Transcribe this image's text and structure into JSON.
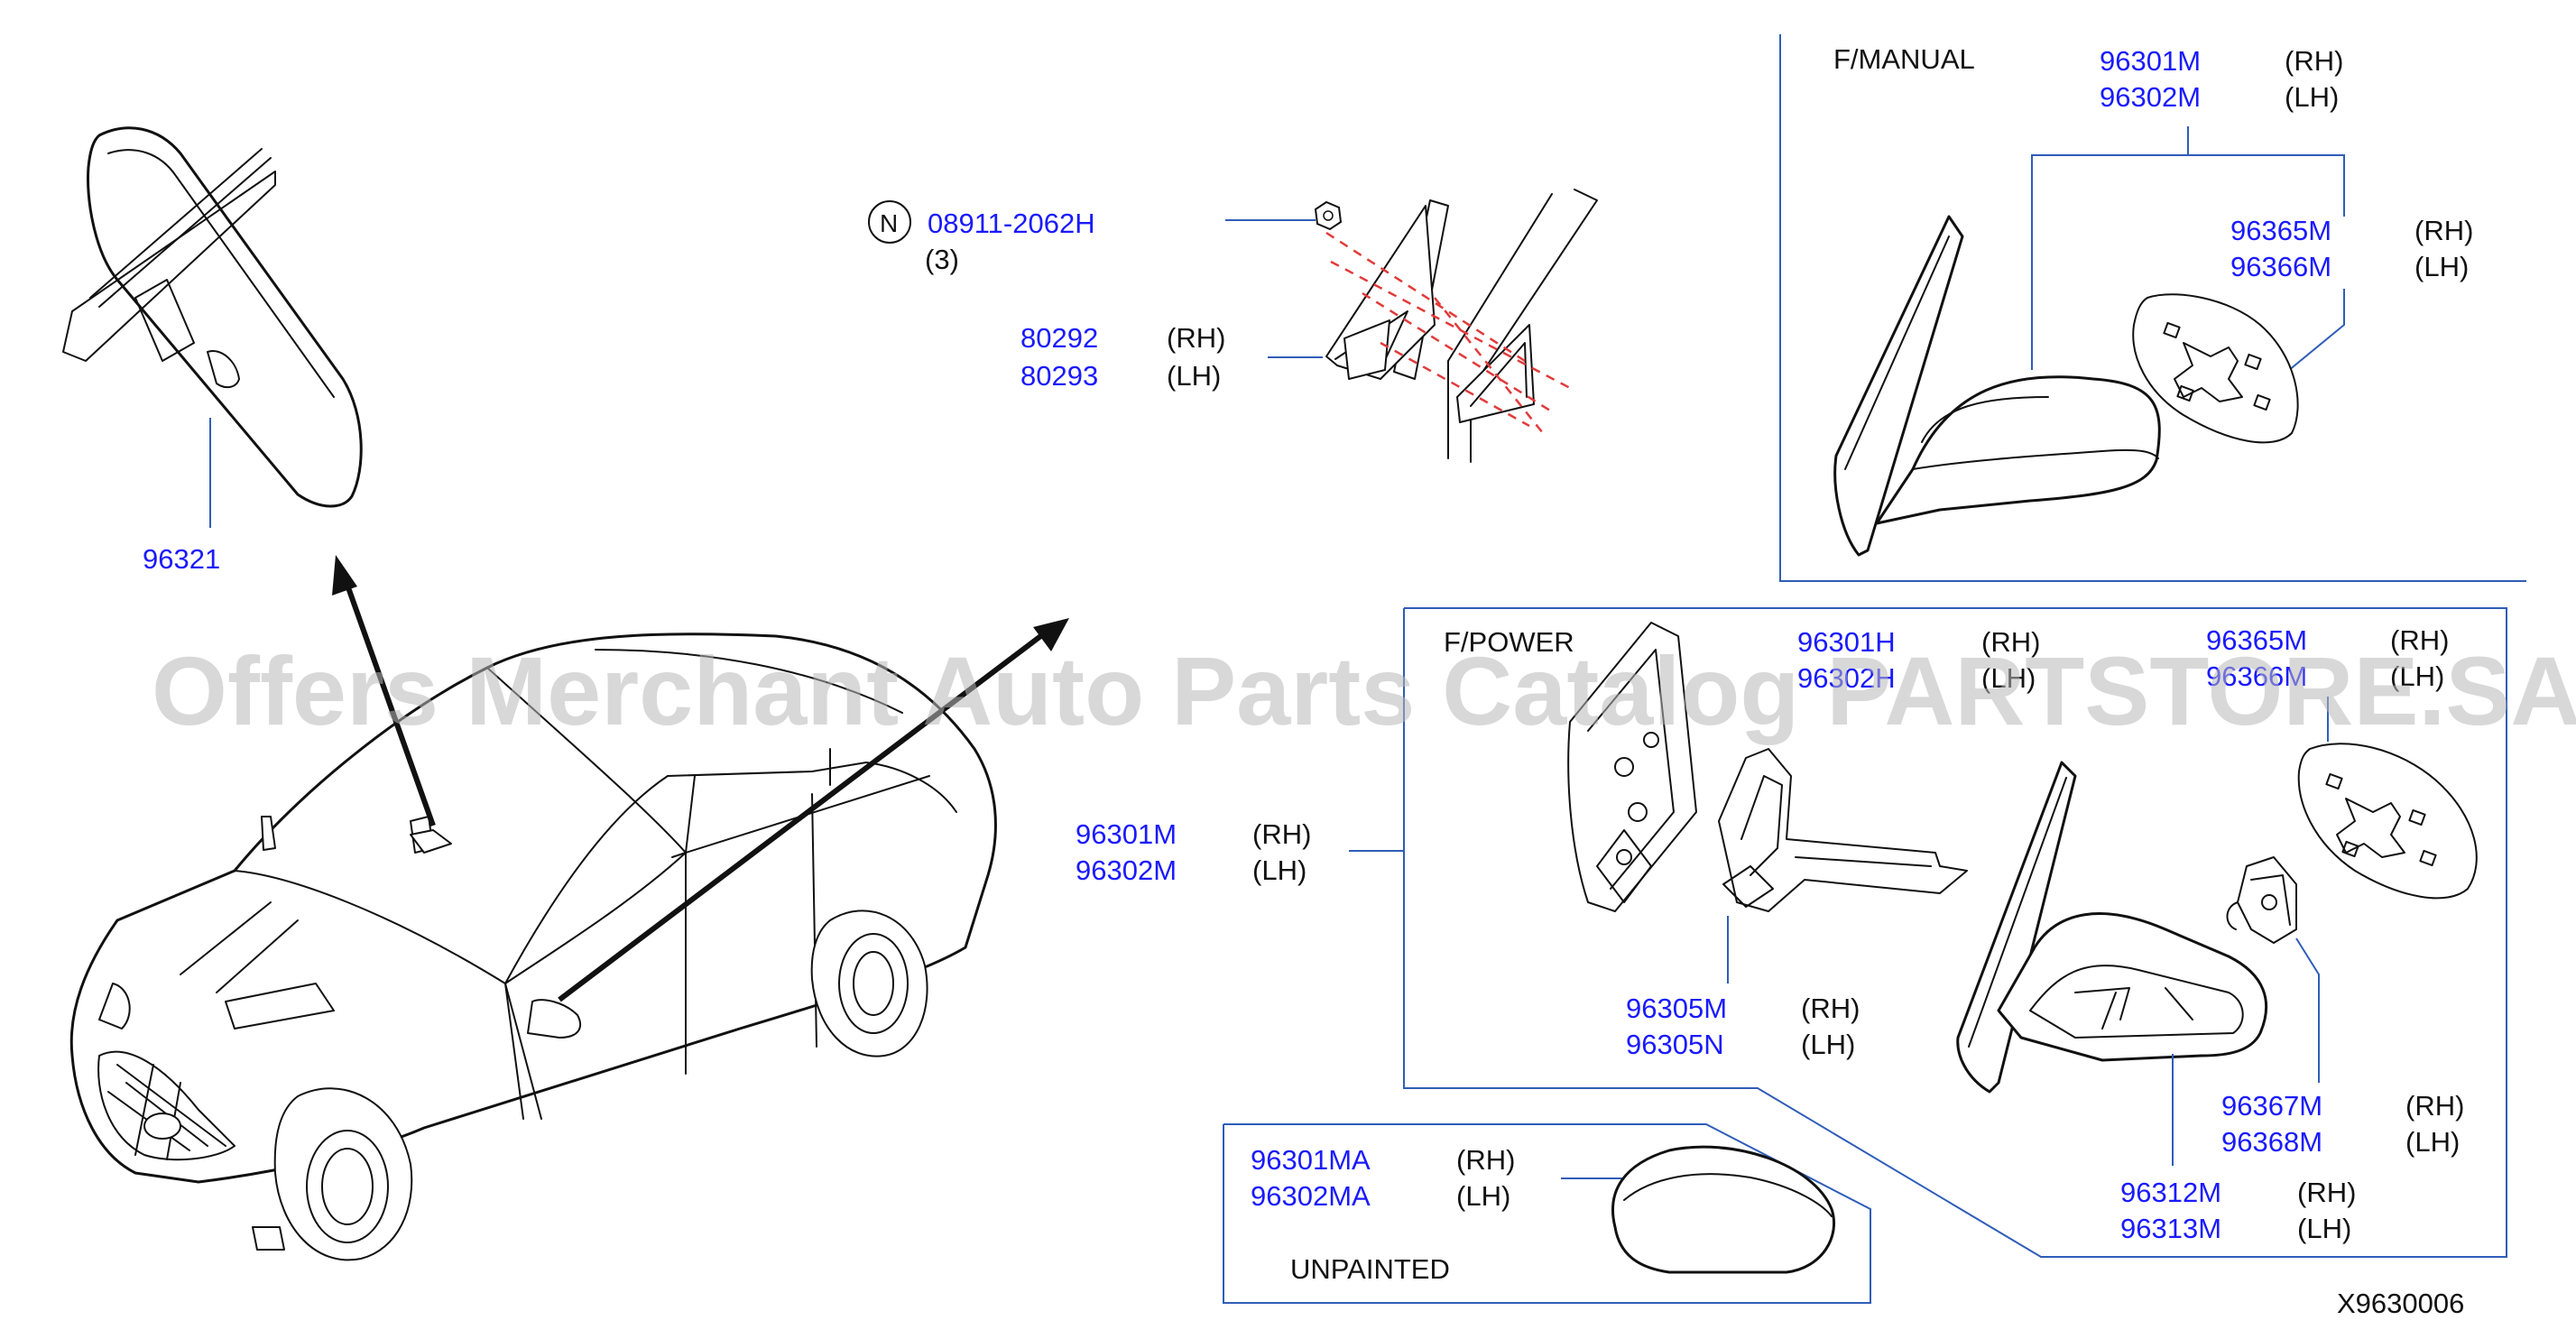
{
  "watermark": "Offers Merchant Auto Parts Catalog PARTSTORE.SA",
  "diagram_id": "X9630006",
  "sections": {
    "manual": "F/MANUAL",
    "power": "F/POWER",
    "unpainted": "UNPAINTED"
  },
  "sides": {
    "rh": "(RH)",
    "lh": "(LH)"
  },
  "parts": {
    "inner_mirror": "96321",
    "nut_symbol": "N",
    "nut": "08911-2062H",
    "nut_qty": "(3)",
    "corner_rh": "80292",
    "corner_lh": "80293",
    "manual_mirror_rh": "96301M",
    "manual_mirror_lh": "96302M",
    "manual_glass_rh": "96365M",
    "manual_glass_lh": "96366M",
    "power_ref_rh": "96301H",
    "power_ref_lh": "96302H",
    "power_glass_rh": "96365M",
    "power_glass_lh": "96366M",
    "power_mirror_rh": "96301M",
    "power_mirror_lh": "96302M",
    "actuator_rh": "96305M",
    "actuator_lh": "96305N",
    "motor_rh": "96367M",
    "motor_lh": "96368M",
    "housing_rh": "96312M",
    "housing_lh": "96313M",
    "cap_rh": "96301MA",
    "cap_lh": "96302MA"
  }
}
